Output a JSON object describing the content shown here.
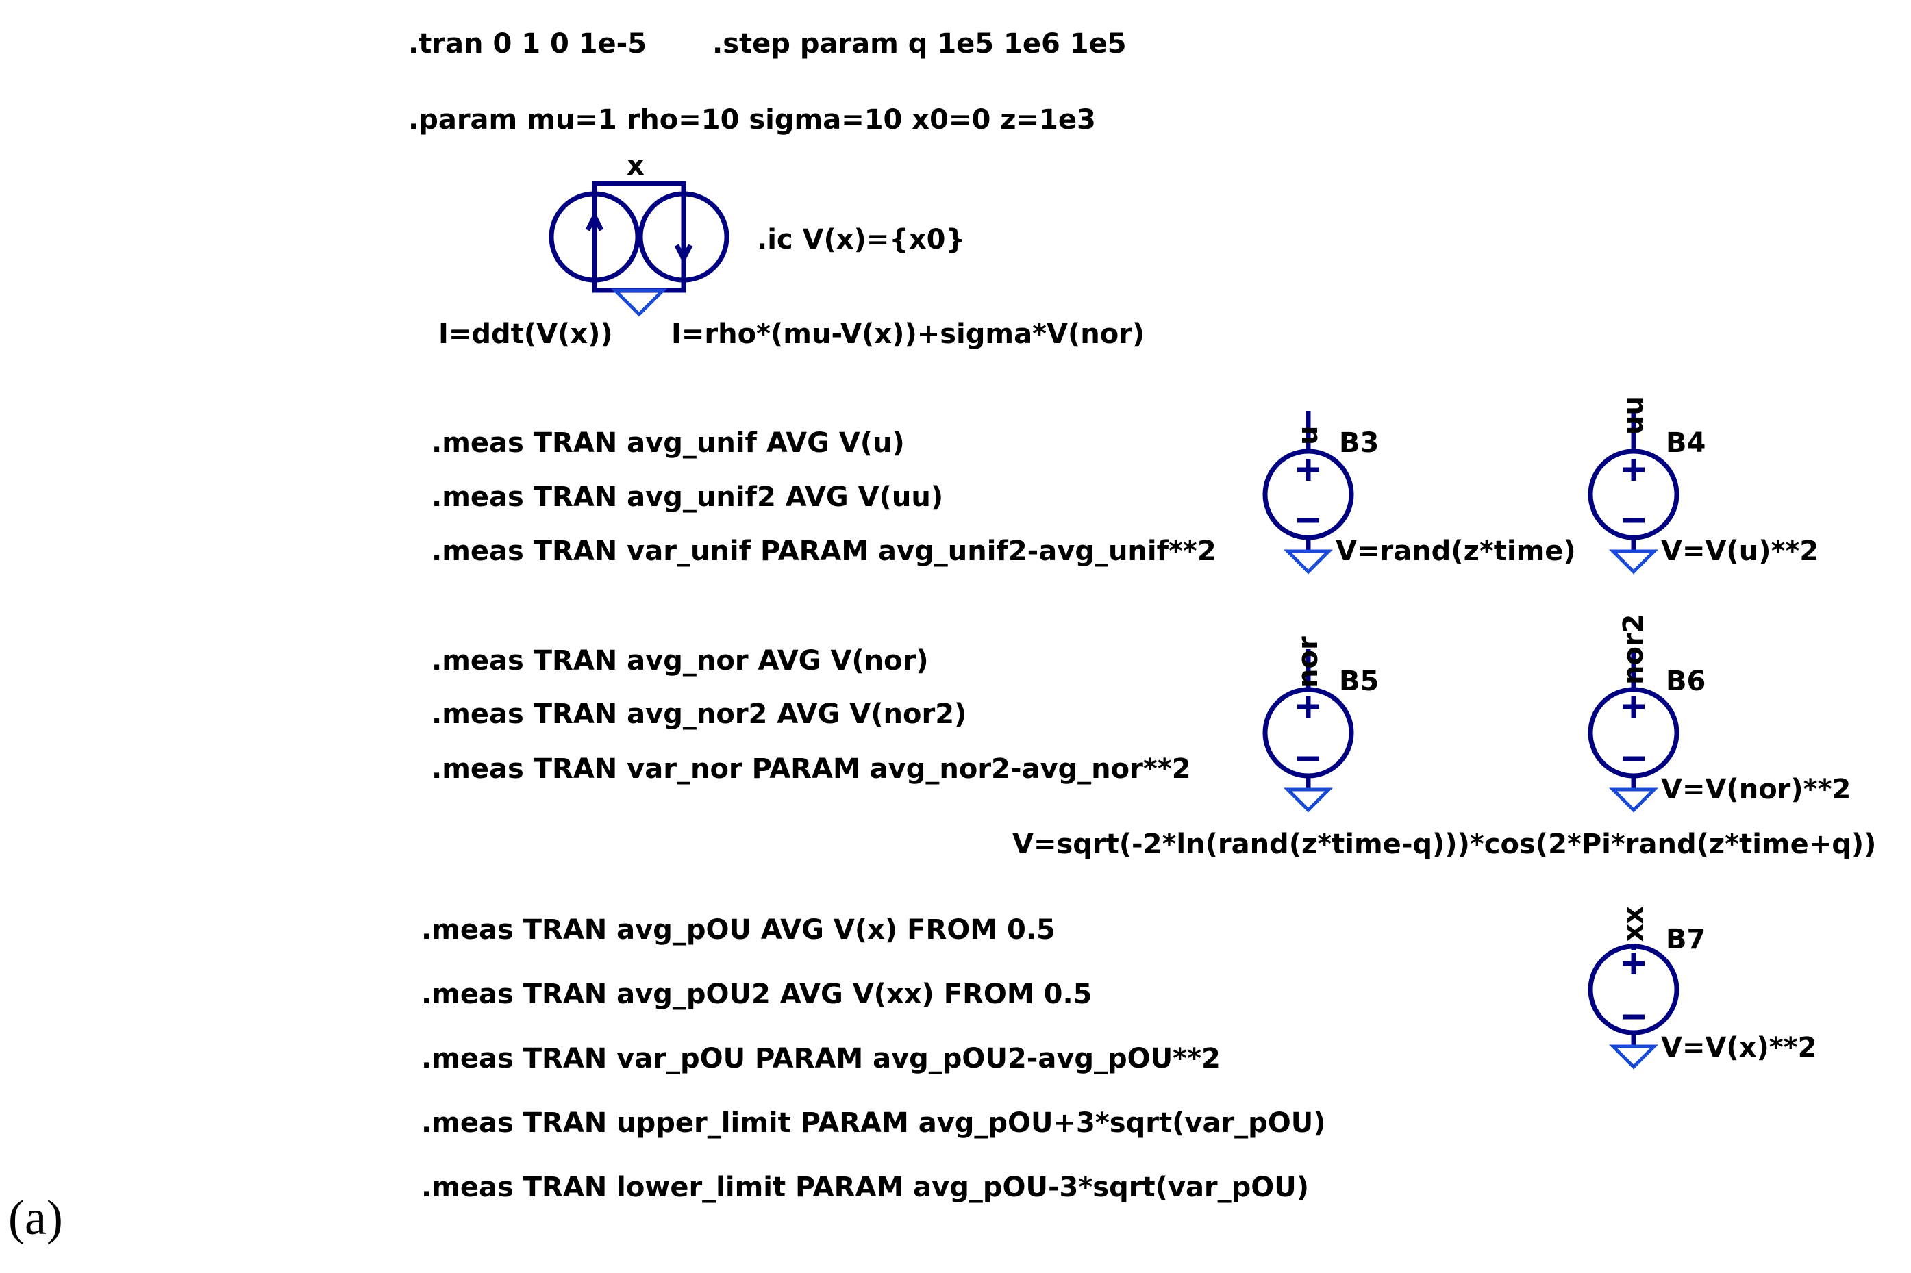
{
  "panel_label": "(a)",
  "directives": {
    "tran": ".tran 0 1 0 1e-5",
    "step": ".step param q 1e5 1e6 1e5",
    "param": ".param mu=1 rho=10 sigma=10 x0=0 z=1e3",
    "ic": ".ic V(x)={x0}"
  },
  "current_sources": {
    "node_label": "x",
    "left_expr": "I=ddt(V(x))",
    "right_expr": "I=rho*(mu-V(x))+sigma*V(nor)"
  },
  "meas_uniform": [
    ".meas TRAN avg_unif AVG V(u)",
    ".meas TRAN avg_unif2 AVG V(uu)",
    ".meas TRAN var_unif PARAM avg_unif2-avg_unif**2"
  ],
  "meas_normal": [
    ".meas TRAN avg_nor AVG V(nor)",
    ".meas TRAN avg_nor2 AVG V(nor2)",
    ".meas TRAN var_nor PARAM avg_nor2-avg_nor**2"
  ],
  "meas_pou": [
    ".meas TRAN avg_pOU AVG V(x) FROM 0.5",
    ".meas TRAN avg_pOU2 AVG V(xx) FROM 0.5",
    ".meas TRAN var_pOU PARAM avg_pOU2-avg_pOU**2",
    ".meas TRAN upper_limit PARAM avg_pOU+3*sqrt(var_pOU)",
    ".meas TRAN lower_limit PARAM avg_pOU-3*sqrt(var_pOU)"
  ],
  "sources": {
    "b3": {
      "name": "B3",
      "node": "u",
      "expr": "V=rand(z*time)"
    },
    "b4": {
      "name": "B4",
      "node": "uu",
      "expr": "V=V(u)**2"
    },
    "b5": {
      "name": "B5",
      "node": "nor",
      "expr": "V=sqrt(-2*ln(rand(z*time-q)))*cos(2*Pi*rand(z*time+q))"
    },
    "b6": {
      "name": "B6",
      "node": "nor2",
      "expr": "V=V(nor)**2"
    },
    "b7": {
      "name": "B7",
      "node": "xx",
      "expr": "V=V(x)**2"
    }
  },
  "colors": {
    "symbol": "#000080",
    "ground": "#1a4bd6",
    "text": "#000000",
    "background": "#ffffff"
  }
}
